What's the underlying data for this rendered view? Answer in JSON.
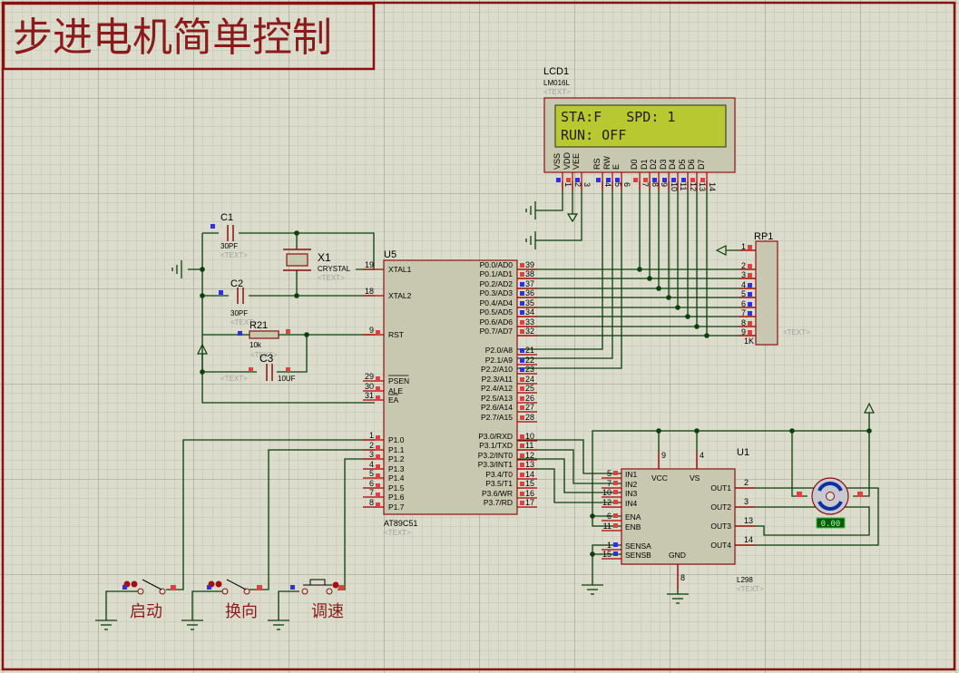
{
  "title": "步进电机简单控制",
  "colors": {
    "background": "#dcdccc",
    "grid_minor": "#c4c4b4",
    "grid_major": "#b0b0a0",
    "border": "#8b1010",
    "wire": "#0b400b",
    "pin_high": "#e04040",
    "pin_low": "#3030e0",
    "lcd_screen": "#b8c830",
    "title_text": "#8b1a1a"
  },
  "lcd": {
    "ref": "LCD1",
    "model": "LM016L",
    "text_tag": "<TEXT>",
    "line1": "STA:F   SPD: 1",
    "line2": "RUN: OFF",
    "pin_names": [
      "VSS",
      "VDD",
      "VEE",
      "RS",
      "RW",
      "E",
      "D0",
      "D1",
      "D2",
      "D3",
      "D4",
      "D5",
      "D6",
      "D7"
    ],
    "pin_numbers": [
      "1",
      "2",
      "3",
      "4",
      "5",
      "6",
      "7",
      "8",
      "9",
      "10",
      "11",
      "12",
      "13",
      "14"
    ],
    "pin_states": [
      "low",
      "high",
      "low",
      "low",
      "low",
      "low",
      "high",
      "high",
      "low",
      "low",
      "low",
      "low",
      "high",
      "high"
    ]
  },
  "mcu": {
    "ref": "U5",
    "model": "AT89C51",
    "text_tag": "<TEXT>",
    "left_pins": [
      {
        "num": "19",
        "name": "XTAL1"
      },
      {
        "num": "18",
        "name": "XTAL2"
      },
      {
        "num": "9",
        "name": "RST"
      },
      {
        "num": "29",
        "name": "PSEN"
      },
      {
        "num": "30",
        "name": "ALE"
      },
      {
        "num": "31",
        "name": "EA"
      },
      {
        "num": "1",
        "name": "P1.0"
      },
      {
        "num": "2",
        "name": "P1.1"
      },
      {
        "num": "3",
        "name": "P1.2"
      },
      {
        "num": "4",
        "name": "P1.3"
      },
      {
        "num": "5",
        "name": "P1.4"
      },
      {
        "num": "6",
        "name": "P1.5"
      },
      {
        "num": "7",
        "name": "P1.6"
      },
      {
        "num": "8",
        "name": "P1.7"
      }
    ],
    "right_pins": [
      {
        "num": "39",
        "name": "P0.0/AD0",
        "state": "high"
      },
      {
        "num": "38",
        "name": "P0.1/AD1",
        "state": "high"
      },
      {
        "num": "37",
        "name": "P0.2/AD2",
        "state": "low"
      },
      {
        "num": "36",
        "name": "P0.3/AD3",
        "state": "low"
      },
      {
        "num": "35",
        "name": "P0.4/AD4",
        "state": "low"
      },
      {
        "num": "34",
        "name": "P0.5/AD5",
        "state": "low"
      },
      {
        "num": "33",
        "name": "P0.6/AD6",
        "state": "high"
      },
      {
        "num": "32",
        "name": "P0.7/AD7",
        "state": "high"
      },
      {
        "num": "21",
        "name": "P2.0/A8",
        "state": "low"
      },
      {
        "num": "22",
        "name": "P2.1/A9",
        "state": "low"
      },
      {
        "num": "23",
        "name": "P2.2/A10",
        "state": "low"
      },
      {
        "num": "24",
        "name": "P2.3/A11",
        "state": "high"
      },
      {
        "num": "25",
        "name": "P2.4/A12",
        "state": "high"
      },
      {
        "num": "26",
        "name": "P2.5/A13",
        "state": "high"
      },
      {
        "num": "27",
        "name": "P2.6/A14",
        "state": "high"
      },
      {
        "num": "28",
        "name": "P2.7/A15",
        "state": "high"
      },
      {
        "num": "10",
        "name": "P3.0/RXD",
        "state": "high"
      },
      {
        "num": "11",
        "name": "P3.1/TXD",
        "state": "high"
      },
      {
        "num": "12",
        "name": "P3.2/INT0",
        "state": "high"
      },
      {
        "num": "13",
        "name": "P3.3/INT1",
        "state": "high"
      },
      {
        "num": "14",
        "name": "P3.4/T0",
        "state": "high"
      },
      {
        "num": "15",
        "name": "P3.5/T1",
        "state": "high"
      },
      {
        "num": "16",
        "name": "P3.6/WR",
        "state": "high"
      },
      {
        "num": "17",
        "name": "P3.7/RD",
        "state": "high"
      }
    ]
  },
  "crystal": {
    "ref": "X1",
    "model": "CRYSTAL",
    "text_tag": "<TEXT>"
  },
  "c1": {
    "ref": "C1",
    "value": "30PF",
    "text_tag": "<TEXT>"
  },
  "c2": {
    "ref": "C2",
    "value": "30PF",
    "text_tag": "<TEXT>"
  },
  "c3": {
    "ref": "C3",
    "value": "10UF",
    "text_tag": "<TEXT>"
  },
  "r21": {
    "ref": "R21",
    "value": "10k",
    "text_tag": "<TEXT>"
  },
  "rp1": {
    "ref": "RP1",
    "value": "1K",
    "text_tag": "<TEXT>",
    "pins": [
      {
        "num": "1",
        "state": "high"
      },
      {
        "num": "2",
        "state": "high"
      },
      {
        "num": "3",
        "state": "high"
      },
      {
        "num": "4",
        "state": "low"
      },
      {
        "num": "5",
        "state": "low"
      },
      {
        "num": "6",
        "state": "low"
      },
      {
        "num": "7",
        "state": "low"
      },
      {
        "num": "8",
        "state": "high"
      },
      {
        "num": "9",
        "state": "high"
      }
    ]
  },
  "driver": {
    "ref": "U1",
    "model": "L298",
    "text_tag": "<TEXT>",
    "top_pins": [
      {
        "num": "9",
        "name": "VCC"
      },
      {
        "num": "4",
        "name": "VS"
      }
    ],
    "left_pins": [
      {
        "num": "5",
        "name": "IN1",
        "state": "high"
      },
      {
        "num": "7",
        "name": "IN2",
        "state": "high"
      },
      {
        "num": "10",
        "name": "IN3",
        "state": "high"
      },
      {
        "num": "12",
        "name": "IN4",
        "state": "high"
      },
      {
        "num": "6",
        "name": "ENA",
        "state": "high"
      },
      {
        "num": "11",
        "name": "ENB",
        "state": "high"
      },
      {
        "num": "1",
        "name": "SENSA",
        "state": "low"
      },
      {
        "num": "15",
        "name": "SENSB",
        "state": "low"
      }
    ],
    "right_pins": [
      {
        "num": "2",
        "name": "OUT1"
      },
      {
        "num": "3",
        "name": "OUT2"
      },
      {
        "num": "13",
        "name": "OUT3"
      },
      {
        "num": "14",
        "name": "OUT4"
      }
    ],
    "bottom_pin": {
      "num": "8",
      "name": "GND"
    }
  },
  "motor": {
    "readout": "0.00"
  },
  "buttons": [
    {
      "label": "启动",
      "type": "switch"
    },
    {
      "label": "换向",
      "type": "switch"
    },
    {
      "label": "调速",
      "type": "pushbutton"
    }
  ]
}
